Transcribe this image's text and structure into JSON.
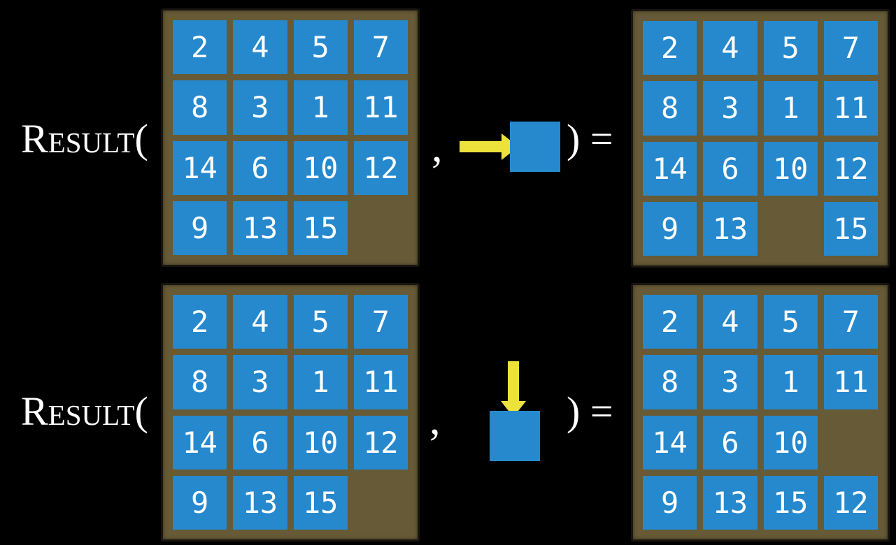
{
  "colors": {
    "background": "#000000",
    "tile_blue": "#2689cd",
    "board_brown": "#675a36",
    "arrow_yellow": "#ede13b",
    "text_white": "#ffffff"
  },
  "notation": {
    "function_label": "Result(",
    "comma": ",",
    "close_equals": ") ="
  },
  "rows": [
    {
      "name": "move-right-example",
      "action_direction": "right",
      "action_icon": "arrow-right-icon",
      "input_grid": [
        [
          "2",
          "4",
          "5",
          "7"
        ],
        [
          "8",
          "3",
          "1",
          "11"
        ],
        [
          "14",
          "6",
          "10",
          "12"
        ],
        [
          "9",
          "13",
          "15",
          ""
        ]
      ],
      "result_grid": [
        [
          "2",
          "4",
          "5",
          "7"
        ],
        [
          "8",
          "3",
          "1",
          "11"
        ],
        [
          "14",
          "6",
          "10",
          "12"
        ],
        [
          "9",
          "13",
          "",
          "15"
        ]
      ]
    },
    {
      "name": "move-down-example",
      "action_direction": "down",
      "action_icon": "arrow-down-icon",
      "input_grid": [
        [
          "2",
          "4",
          "5",
          "7"
        ],
        [
          "8",
          "3",
          "1",
          "11"
        ],
        [
          "14",
          "6",
          "10",
          "12"
        ],
        [
          "9",
          "13",
          "15",
          ""
        ]
      ],
      "result_grid": [
        [
          "2",
          "4",
          "5",
          "7"
        ],
        [
          "8",
          "3",
          "1",
          "11"
        ],
        [
          "14",
          "6",
          "10",
          ""
        ],
        [
          "9",
          "13",
          "15",
          "12"
        ]
      ]
    }
  ]
}
